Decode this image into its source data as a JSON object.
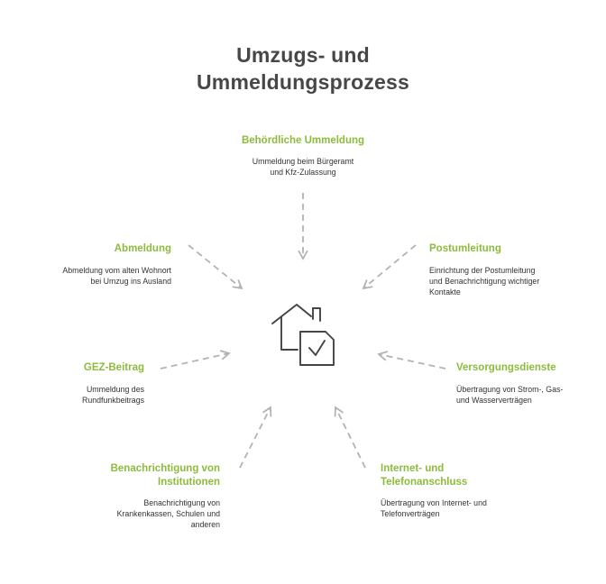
{
  "title": {
    "line1": "Umzugs- und",
    "line2": "Ummeldungsprozess"
  },
  "colors": {
    "accent": "#8dbb3b",
    "title": "#474747",
    "text": "#333333",
    "arrow": "#b3b3b3",
    "icon": "#444444"
  },
  "center_icon": "house-document-check-icon",
  "steps": {
    "behoerdliche": {
      "heading": [
        "Behördliche Ummeldung"
      ],
      "desc": [
        "Ummeldung beim Bürgeramt",
        "und Kfz-Zulassung"
      ]
    },
    "abmeldung": {
      "heading": [
        "Abmeldung"
      ],
      "desc": [
        "Abmeldung vom alten Wohnort",
        "bei Umzug ins Ausland"
      ]
    },
    "postumleitung": {
      "heading": [
        "Postumleitung"
      ],
      "desc": [
        "Einrichtung der Postumleitung",
        "und Benachrichtigung wichtiger",
        "Kontakte"
      ]
    },
    "gez": {
      "heading": [
        "GEZ-Beitrag"
      ],
      "desc": [
        "Ummeldung des",
        "Rundfunkbeitrags"
      ]
    },
    "versorgung": {
      "heading": [
        "Versorgungsdienste"
      ],
      "desc": [
        "Übertragung von Strom-, Gas-",
        "und Wasserverträgen"
      ]
    },
    "institutionen": {
      "heading": [
        "Benachrichtigung von",
        "Institutionen"
      ],
      "desc": [
        "Benachrichtigung von",
        "Krankenkassen, Schulen und",
        "anderen"
      ]
    },
    "internet": {
      "heading": [
        "Internet- und",
        "Telefonanschluss"
      ],
      "desc": [
        "Übertragung von Internet- und",
        "Telefonverträgen"
      ]
    }
  }
}
